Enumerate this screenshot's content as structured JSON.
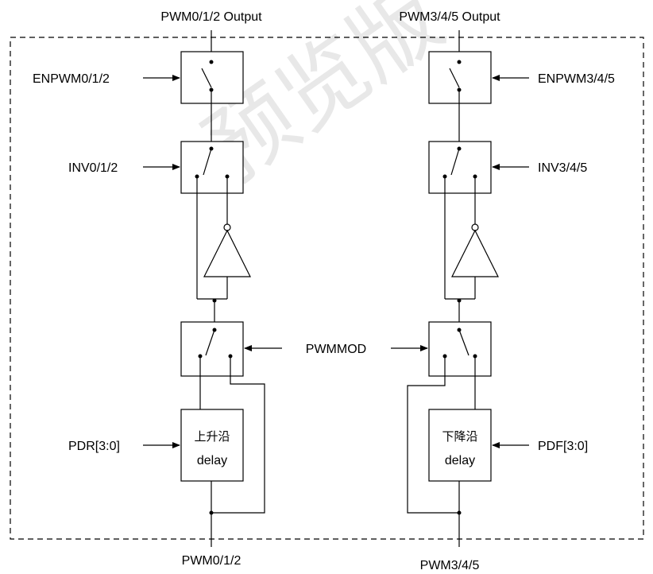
{
  "watermark": "预览版",
  "left": {
    "output": "PWM0/1/2 Output",
    "enable": "ENPWM0/1/2",
    "invert": "INV0/1/2",
    "dead_time": "PDR[3:0]",
    "delay_cn": "上升沿",
    "delay": "delay",
    "input": "PWM0/1/2"
  },
  "right": {
    "output": "PWM3/4/5 Output",
    "enable": "ENPWM3/4/5",
    "invert": "INV3/4/5",
    "dead_time": "PDF[3:0]",
    "delay_cn": "下降沿",
    "delay": "delay",
    "input": "PWM3/4/5"
  },
  "mode_select": "PWMMOD"
}
